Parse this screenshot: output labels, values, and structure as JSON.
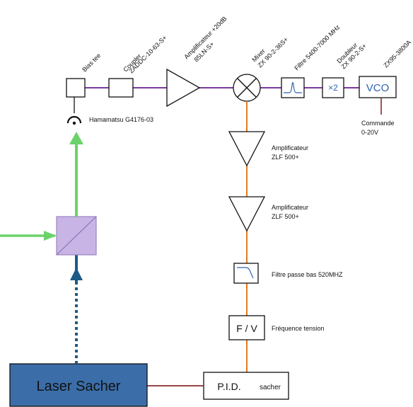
{
  "colors": {
    "rf_line": "#7a3aa0",
    "if_line": "#e07a28",
    "control_line": "#8b2a2a",
    "green_beam": "#6bd26a",
    "blue_beam": "#1e5a86",
    "laser_box": "#3b6ea8",
    "splitter": "#c9b4e6"
  },
  "labels": {
    "bias_tee": "Bias tee",
    "coupler_line1": "Coupler",
    "coupler_line2": "ZADDC-10-63-S+",
    "amp_rf_line1": "Amplificateur +20dB",
    "amp_rf_line2": "85LN-S+",
    "mixer_line1": "Mixer",
    "mixer_line2": "ZX 90-2-36S+",
    "filter_bp": "Filtre 5400-7000 MHz",
    "doubler_line1": "Doubleur",
    "doubler_line2": "ZX 90-2-S+",
    "vco_model": "ZX95-3800A",
    "vco": "VCO",
    "doubler_symbol": "×2",
    "command_line1": "Commande",
    "command_line2": "0-20V",
    "photodiode": "Hamamatsu G4176-03",
    "amp_if1_line1": "Amplificateur",
    "amp_if1_line2": "ZLF 500+",
    "amp_if2_line1": "Amplificateur",
    "amp_if2_line2": "ZLF 500+",
    "lowpass": "Filtre passe bas 520MHZ",
    "fv_symbol": "F / V",
    "fv_label": "Fréquence tension",
    "pid": "P.I.D.",
    "pid_sub": "sacher",
    "laser": "Laser Sacher"
  }
}
